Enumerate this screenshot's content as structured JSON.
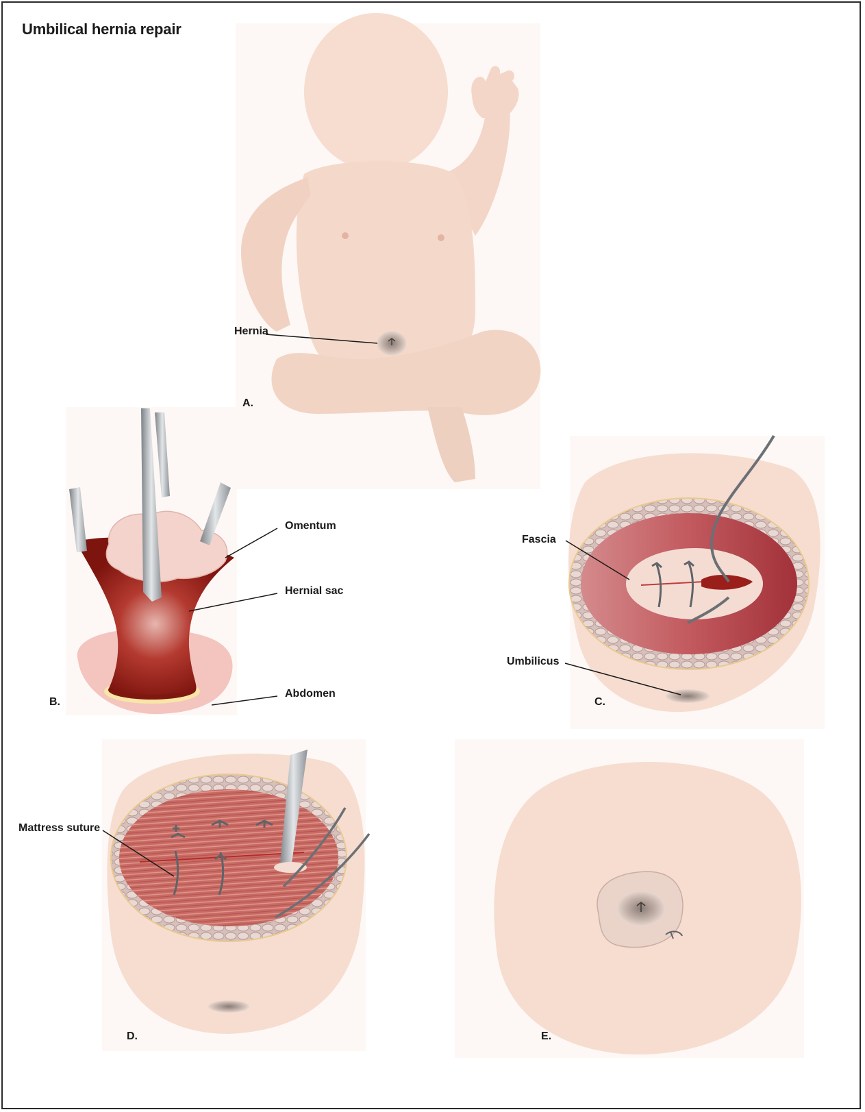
{
  "title": "Umbilical hernia repair",
  "panels": {
    "a": {
      "letter": "A.",
      "callouts": {
        "hernia": "Hernia"
      }
    },
    "b": {
      "letter": "B.",
      "callouts": {
        "omentum": "Omentum",
        "hernial_sac": "Hernial sac",
        "abdomen": "Abdomen"
      }
    },
    "c": {
      "letter": "C.",
      "callouts": {
        "fascia": "Fascia",
        "umbilicus": "Umbilicus"
      }
    },
    "d": {
      "letter": "D.",
      "callouts": {
        "mattress_suture": "Mattress suture"
      }
    },
    "e": {
      "letter": "E."
    }
  },
  "colors": {
    "skin": "#f6ddd0",
    "skin_dark": "#efcfbf",
    "fascia_red": "#b34a4f",
    "sac_red": "#8e1c14",
    "omentum": "#f3d6cf",
    "instrument": "#a9aeb3",
    "fat_mesh": "#cbb3ad",
    "suture": "#5f6468"
  }
}
